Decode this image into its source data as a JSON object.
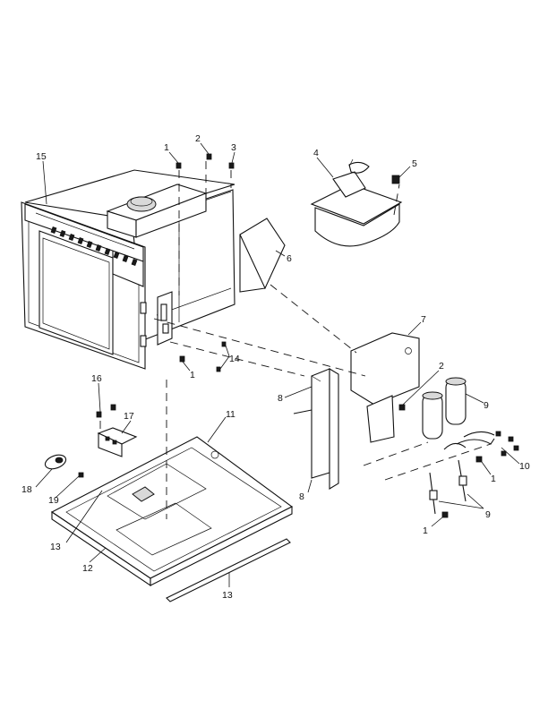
{
  "callouts": {
    "c1a": "1",
    "c2a": "2",
    "c3": "3",
    "c4": "4",
    "c5": "5",
    "c15": "15",
    "c6": "6",
    "c7": "7",
    "c14": "14",
    "c1b": "1",
    "c2b": "2",
    "c8a": "8",
    "c9a": "9",
    "c16": "16",
    "c17": "17",
    "c11": "11",
    "c10": "10",
    "c1c": "1",
    "c18": "18",
    "c19": "19",
    "c8b": "8",
    "c9b": "9",
    "c13a": "13",
    "c1d": "1",
    "c12": "12",
    "c13b": "13"
  }
}
